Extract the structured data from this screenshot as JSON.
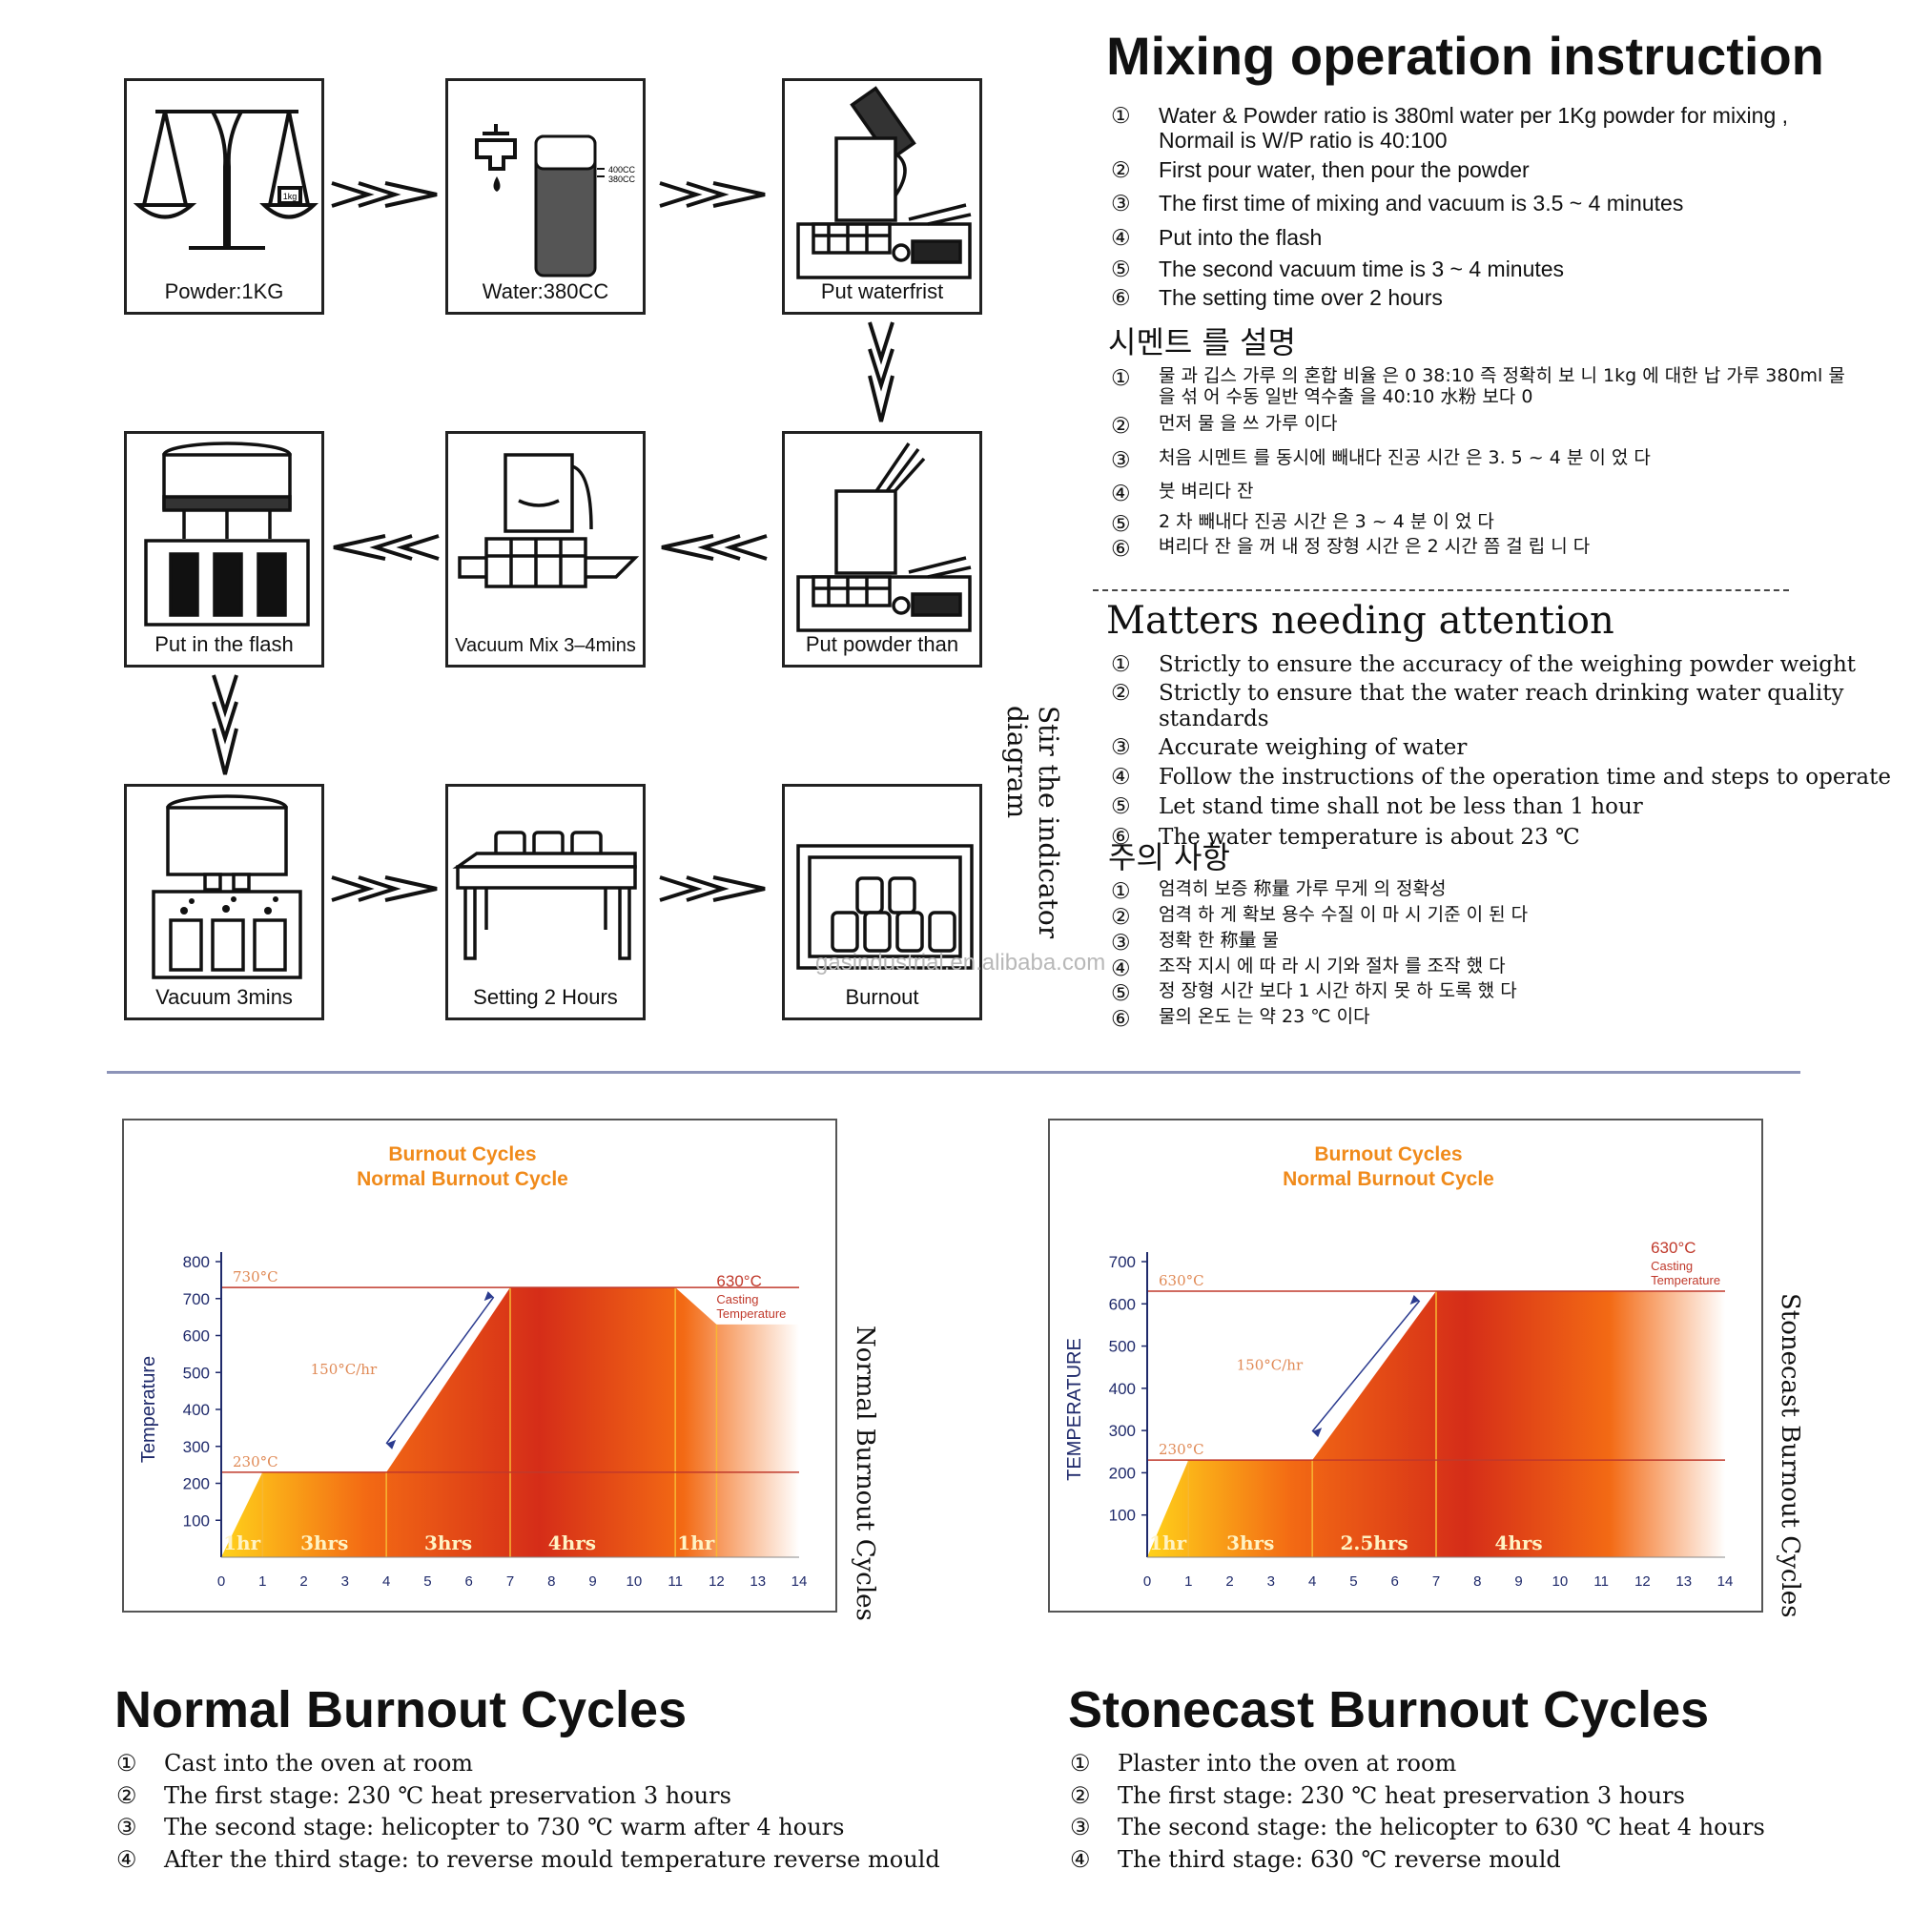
{
  "flow": {
    "steps": [
      {
        "caption": "Powder:1KG",
        "icon": "scale-icon"
      },
      {
        "caption": "Water:380CC",
        "icon": "water-tap-icon"
      },
      {
        "caption": "Put waterfrist",
        "icon": "mixer-pour-icon"
      },
      {
        "caption": "Put powder than",
        "icon": "mixer-stir-icon"
      },
      {
        "caption": "Vacuum Mix 3–4mins",
        "icon": "vacuum-mixer-icon"
      },
      {
        "caption": "Put in the flash",
        "icon": "flask-icon"
      },
      {
        "caption": "Vacuum   3mins",
        "icon": "vacuum-chamber-icon"
      },
      {
        "caption": "Setting 2 Hours",
        "icon": "setting-table-icon"
      },
      {
        "caption": "Burnout",
        "icon": "oven-icon"
      }
    ],
    "beaker_marks": [
      "400CC",
      "380CC"
    ],
    "side_label": "Stir the indicator diagram",
    "watermark": "gasindustrial.en.alibaba.com"
  },
  "mixing": {
    "title": "Mixing operation instruction",
    "items": [
      {
        "num": "①",
        "text": "Water & Powder ratio is 380ml water per 1Kg powder for mixing ,",
        "text2": "Normail is W/P ratio is 40:100"
      },
      {
        "num": "②",
        "text": "First pour water, then pour the powder"
      },
      {
        "num": "③",
        "text": "The first time of mixing and vacuum is 3.5 ~ 4 minutes"
      },
      {
        "num": "④",
        "text": "Put into the flash"
      },
      {
        "num": "⑤",
        "text": "The second vacuum time is 3 ~ 4 minutes"
      },
      {
        "num": "⑥",
        "text": "The setting time over 2 hours"
      }
    ]
  },
  "cement_ko": {
    "title": "시멘트 를 설명",
    "items": [
      {
        "num": "①",
        "text": "물 과 깁스 가루 의 혼합 비율 은 0 38:10 즉 정확히 보 니 1kg 에 대한 납 가루 380ml 물",
        "text2": "을 섞 어 수동 일반 역수출 을 40:10 水粉 보다 0"
      },
      {
        "num": "②",
        "text": "먼저 물 을 쓰 가루 이다"
      },
      {
        "num": "③",
        "text": "처음 시멘트 를 동시에 빼내다 진공 시간 은 3. 5 ~ 4 분 이 었 다"
      },
      {
        "num": "④",
        "text": "붓 벼리다 잔"
      },
      {
        "num": "⑤",
        "text": "2 차 빼내다 진공 시간 은 3 ~ 4 분 이 었 다"
      },
      {
        "num": "⑥",
        "text": "벼리다 잔 을 꺼 내 정 장형 시간 은 2 시간 쯤 걸 립 니 다"
      }
    ]
  },
  "attention": {
    "title": "Matters needing attention",
    "items": [
      {
        "num": "①",
        "text": "Strictly to ensure the accuracy of the weighing powder weight"
      },
      {
        "num": "②",
        "text": "Strictly to ensure that the water reach drinking water quality standards"
      },
      {
        "num": "③",
        "text": "Accurate weighing of water"
      },
      {
        "num": "④",
        "text": "Follow the instructions of the operation time and steps to operate"
      },
      {
        "num": "⑤",
        "text": "Let stand time shall not be less than 1 hour"
      },
      {
        "num": "⑥",
        "text": "The water temperature is about 23 ℃"
      }
    ]
  },
  "attention_ko": {
    "title": "주의 사항",
    "items": [
      {
        "num": "①",
        "text": "엄격히 보증 称量 가루 무게 의 정확성"
      },
      {
        "num": "②",
        "text": "엄격 하 게 확보 용수 수질 이 마 시 기준 이 된 다"
      },
      {
        "num": "③",
        "text": "정확 한 称量 물"
      },
      {
        "num": "④",
        "text": "조작 지시 에 따 라 시 기와 절차 를 조작 했 다"
      },
      {
        "num": "⑤",
        "text": "정 장형 시간 보다 1 시간 하지 못 하 도록 했 다"
      },
      {
        "num": "⑥",
        "text": "물의 온도 는 약 23 ℃ 이다"
      }
    ]
  },
  "normal_section": {
    "title": "Normal Burnout Cycles",
    "side_label": "Normal Burnout Cycles",
    "items": [
      {
        "num": "①",
        "text": "Cast into the oven at room"
      },
      {
        "num": "②",
        "text": "The first stage: 230 ℃ heat preservation 3 hours"
      },
      {
        "num": "③",
        "text": "The second stage: helicopter to 730 ℃ warm after 4 hours"
      },
      {
        "num": "④",
        "text": "After the third stage: to reverse mould temperature reverse mould"
      }
    ]
  },
  "stonecast_section": {
    "title": "Stonecast Burnout Cycles",
    "side_label": "Stonecast Burnout Cycles",
    "items": [
      {
        "num": "①",
        "text": "Plaster into the oven at room"
      },
      {
        "num": "②",
        "text": "The first stage: 230 ℃ heat preservation 3 hours"
      },
      {
        "num": "③",
        "text": "The second stage: the helicopter to 630 ℃ heat 4 hours"
      },
      {
        "num": "④",
        "text": "The third stage: 630 ℃ reverse mould"
      }
    ]
  },
  "chart_data": [
    {
      "type": "area",
      "title": "Burnout Cycles",
      "subtitle": "Normal Burnout Cycle",
      "ylabel": "Temperature",
      "xlabel": "",
      "xlim": [
        0,
        14
      ],
      "ylim": [
        0,
        800
      ],
      "yticks": [
        100,
        200,
        300,
        400,
        500,
        600,
        700,
        800
      ],
      "xticks": [
        0,
        1,
        2,
        3,
        4,
        5,
        6,
        7,
        8,
        9,
        10,
        11,
        12,
        13,
        14
      ],
      "x": [
        0,
        1,
        4,
        7,
        11,
        12,
        14
      ],
      "y": [
        0,
        230,
        230,
        730,
        730,
        630,
        630
      ],
      "stage_labels": [
        {
          "x": 0.5,
          "text": "1hr"
        },
        {
          "x": 2.5,
          "text": "3hrs"
        },
        {
          "x": 5.5,
          "text": "3hrs"
        },
        {
          "x": 8.5,
          "text": "4hrs"
        },
        {
          "x": 11.5,
          "text": "1hr"
        }
      ],
      "level_labels": [
        {
          "y": 730,
          "text": "730°C"
        },
        {
          "y": 230,
          "text": "230°C"
        }
      ],
      "rate_label": "150°C/hr",
      "casting_label": "630°C",
      "casting_sub": "Casting",
      "casting_sub2": "Temperature",
      "colors": {
        "title": "#f08a1a",
        "fill_low": "#ffd21a",
        "fill_mid": "#f36a14",
        "fill_high": "#d52d18",
        "axis": "#1f2a6b",
        "level": "#c0392b"
      }
    },
    {
      "type": "area",
      "title": "Burnout Cycles",
      "subtitle": "Normal Burnout Cycle",
      "ylabel": "TEMPERATURE",
      "xlabel": "",
      "xlim": [
        0,
        14
      ],
      "ylim": [
        0,
        700
      ],
      "yticks": [
        100,
        200,
        300,
        400,
        500,
        600,
        700
      ],
      "xticks": [
        0,
        1,
        2,
        3,
        4,
        5,
        6,
        7,
        8,
        9,
        10,
        11,
        12,
        13,
        14
      ],
      "x": [
        0,
        1,
        4,
        7,
        14
      ],
      "y": [
        0,
        230,
        230,
        630,
        630
      ],
      "stage_labels": [
        {
          "x": 0.5,
          "text": "1hr"
        },
        {
          "x": 2.5,
          "text": "3hrs"
        },
        {
          "x": 5.5,
          "text": "2.5hrs"
        },
        {
          "x": 9.0,
          "text": "4hrs"
        }
      ],
      "level_labels": [
        {
          "y": 630,
          "text": "630°C"
        },
        {
          "y": 230,
          "text": "230°C"
        }
      ],
      "rate_label": "150°C/hr",
      "casting_label": "630°C",
      "casting_sub": "Casting",
      "casting_sub2": "Temperature",
      "colors": {
        "title": "#f08a1a",
        "fill_low": "#ffd21a",
        "fill_mid": "#f36a14",
        "fill_high": "#d52d18",
        "axis": "#1f2a6b",
        "level": "#c0392b"
      }
    }
  ]
}
